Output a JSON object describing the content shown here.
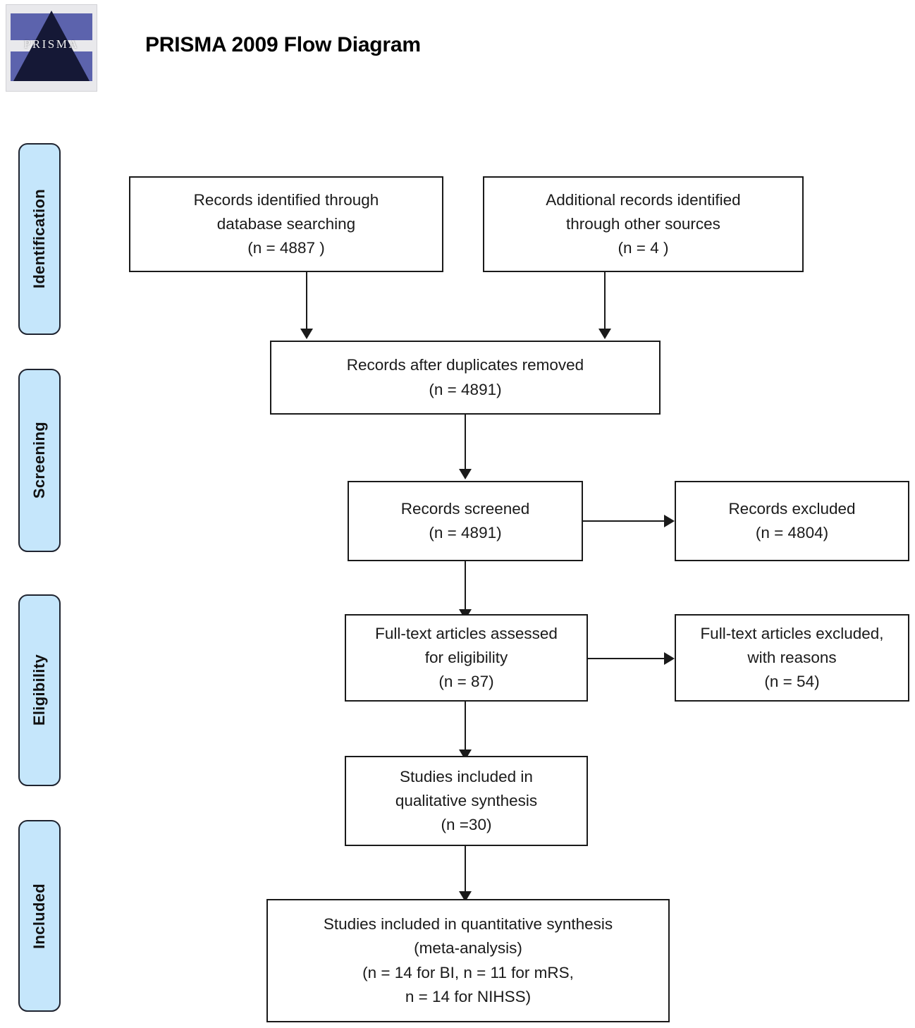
{
  "header": {
    "title": "PRISMA 2009 Flow Diagram",
    "logo_wordmark": "PRISMA",
    "logo_alt": "prisma-triangle-logo"
  },
  "stages": [
    {
      "id": "identification",
      "label": "Identification"
    },
    {
      "id": "screening",
      "label": "Screening"
    },
    {
      "id": "eligibility",
      "label": "Eligibility"
    },
    {
      "id": "included",
      "label": "Included"
    }
  ],
  "colors": {
    "stage_fill": "#c5e6fb",
    "stage_border": "#1f2430",
    "box_border": "#1a1a1a",
    "box_fill": "#ffffff",
    "connector": "#1a1a1a"
  },
  "boxes": {
    "db_search": {
      "name": "records-identified-database",
      "lines": [
        "Records identified through",
        "database searching",
        "(n = 4887 )"
      ]
    },
    "other_sources": {
      "name": "additional-records-other-sources",
      "lines": [
        "Additional records identified",
        "through other sources",
        "(n =  4 )"
      ]
    },
    "duplicates_removed": {
      "name": "records-after-duplicates-removed",
      "lines": [
        "Records after duplicates removed",
        "(n = 4891)"
      ]
    },
    "records_screened": {
      "name": "records-screened",
      "lines": [
        "Records screened",
        "(n = 4891)"
      ]
    },
    "records_excluded": {
      "name": "records-excluded",
      "lines": [
        "Records excluded",
        "(n = 4804)"
      ]
    },
    "fulltext_assessed": {
      "name": "full-text-articles-assessed",
      "lines": [
        "Full-text articles assessed",
        "for eligibility",
        "(n = 87)"
      ]
    },
    "fulltext_excluded": {
      "name": "full-text-articles-excluded",
      "lines": [
        "Full-text articles excluded,",
        "with reasons",
        "(n = 54)"
      ]
    },
    "qualitative": {
      "name": "studies-included-qualitative",
      "lines": [
        "Studies included in",
        "qualitative synthesis",
        "(n =30)"
      ]
    },
    "quantitative": {
      "name": "studies-included-quantitative",
      "lines": [
        "Studies included in quantitative synthesis",
        "(meta-analysis)",
        "(n = 14 for BI, n = 11 for mRS,",
        "n = 14 for NIHSS)"
      ]
    }
  },
  "counts": {
    "database_searching": 4887,
    "other_sources": 4,
    "after_duplicates": 4891,
    "screened": 4891,
    "excluded": 4804,
    "fulltext_assessed": 87,
    "fulltext_excluded": 54,
    "qualitative_synthesis": 30,
    "quantitative_bi": 14,
    "quantitative_mrs": 11,
    "quantitative_nihss": 14
  }
}
